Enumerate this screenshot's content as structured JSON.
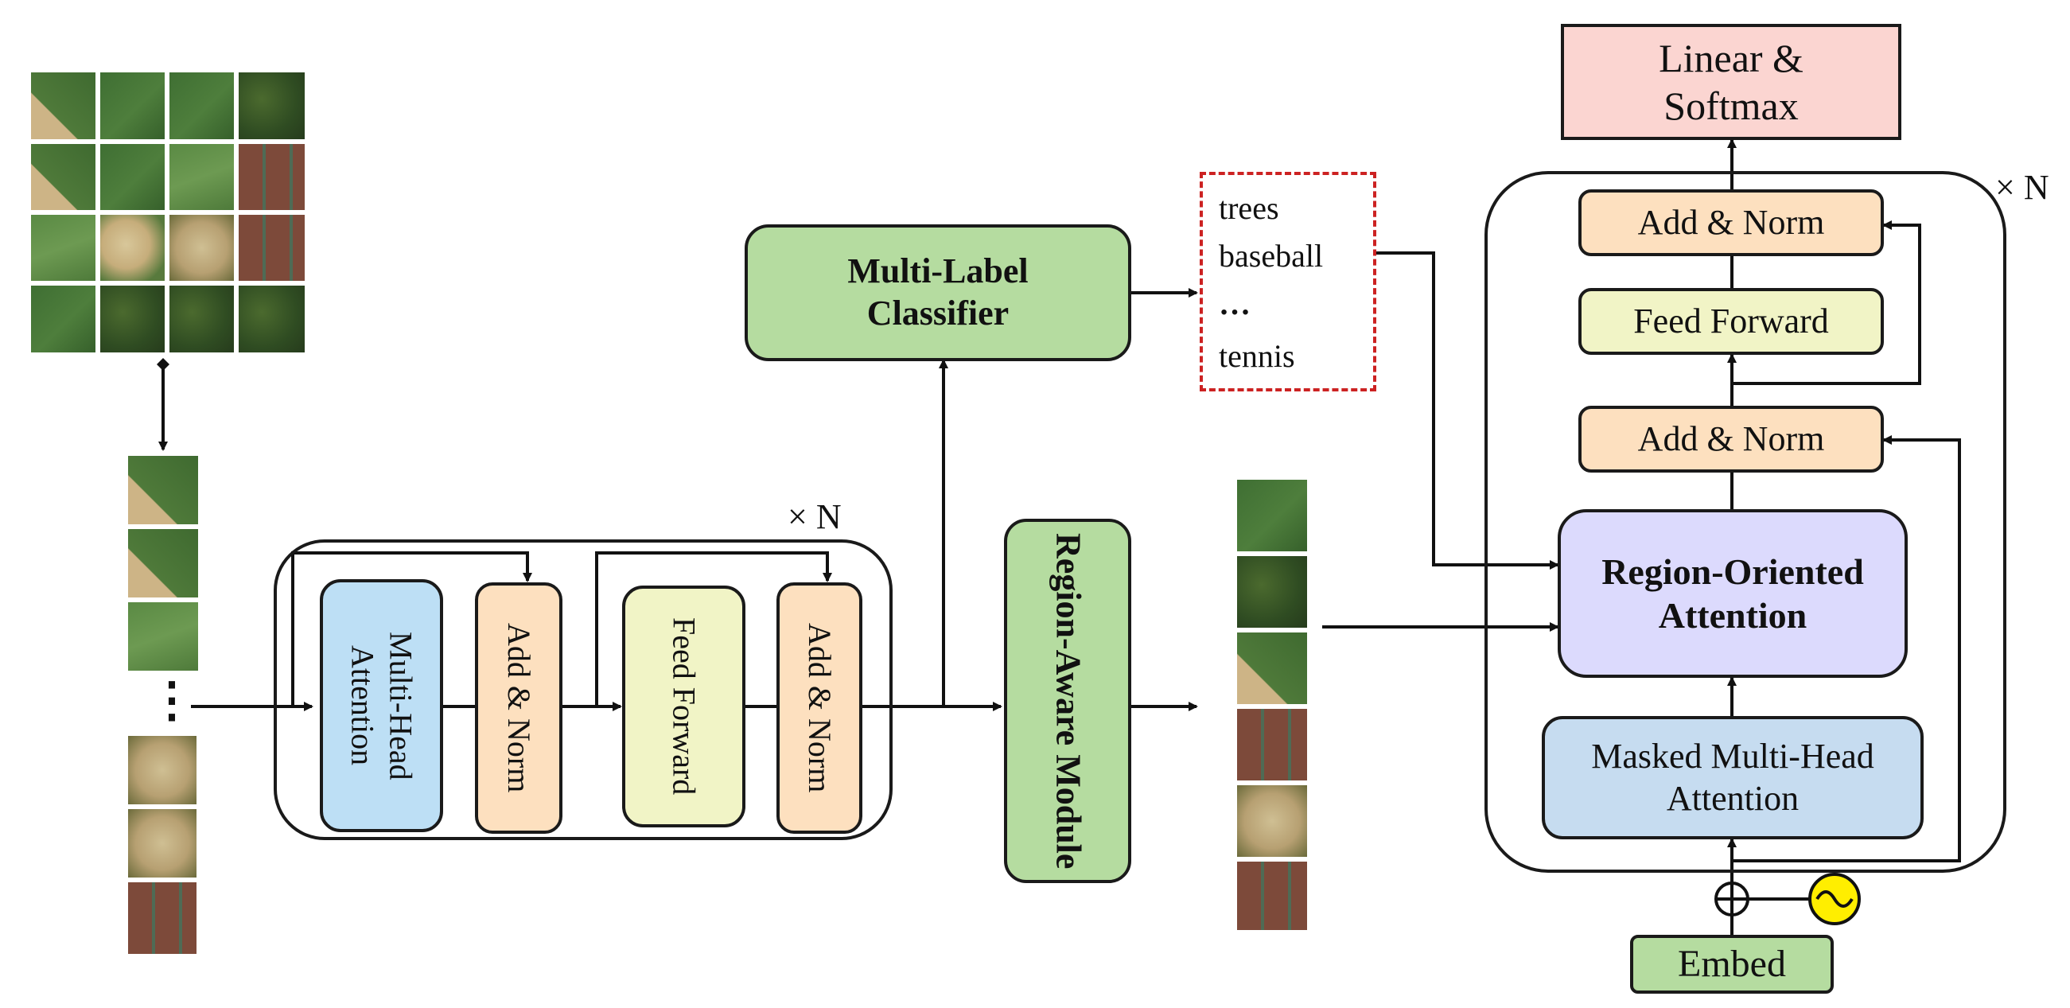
{
  "encoder": {
    "repeat": "× N",
    "mha": "Multi-Head Attention",
    "addnorm1": "Add & Norm",
    "ff": "Feed Forward",
    "addnorm2": "Add & Norm"
  },
  "classifier": "Multi-Label Classifier",
  "region_aware": "Region-Aware Module",
  "labels": [
    "trees",
    "baseball",
    "…",
    "tennis"
  ],
  "decoder": {
    "repeat": "× N",
    "linear": "Linear & Softmax",
    "addnorm_top": "Add & Norm",
    "ff": "Feed Forward",
    "addnorm_mid": "Add & Norm",
    "roa": "Region-Oriented Attention",
    "masked": "Masked Multi-Head Attention",
    "embed": "Embed"
  },
  "patch_ellipsis": "⋮",
  "colors": {
    "blue": "#bddff5",
    "orange": "#fde0bf",
    "yellow": "#f1f4c6",
    "green": "#b5dca0",
    "purple": "#dcdafd",
    "pink": "#fbd5d1",
    "masked": "#c6dcf0",
    "pos_enc": "#ffee00",
    "dashed": "#cc2222"
  },
  "icons": [
    "image-grid",
    "patch-sequence",
    "region-patches",
    "add-circle-icon",
    "positional-encoding-icon"
  ]
}
